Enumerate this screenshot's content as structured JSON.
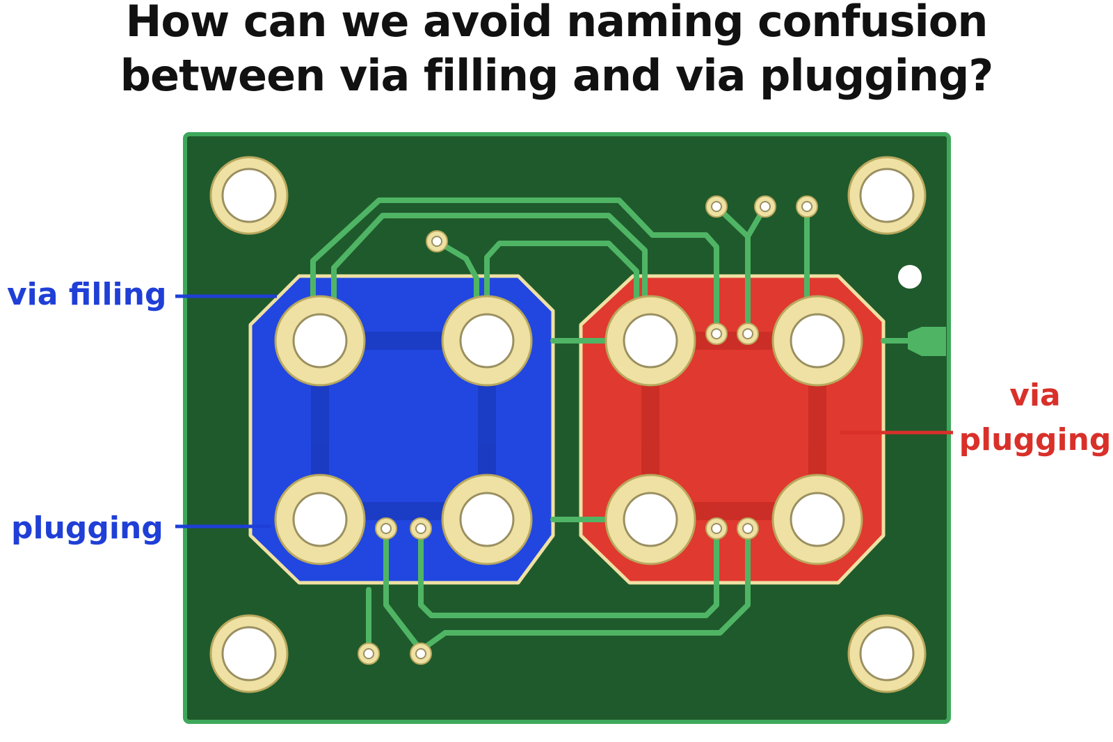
{
  "title": {
    "line1": "How can we avoid naming confusion",
    "line2": "between via filling and via plugging?"
  },
  "labels": {
    "via_filling": "via filling",
    "plugging": "plugging",
    "via_plugging_line1": "via",
    "via_plugging_line2": "plugging"
  },
  "colors": {
    "board": "#1f5a2c",
    "board_edge": "#3ea85a",
    "trace": "#4fb565",
    "pad_ring": "#efe1a3",
    "pad_ring_stroke": "#b9a85e",
    "filling_region": "#2147e0",
    "plugging_region": "#e0392f",
    "label_blue": "#1f3fd6",
    "label_red": "#d9302a",
    "title": "#111111"
  }
}
